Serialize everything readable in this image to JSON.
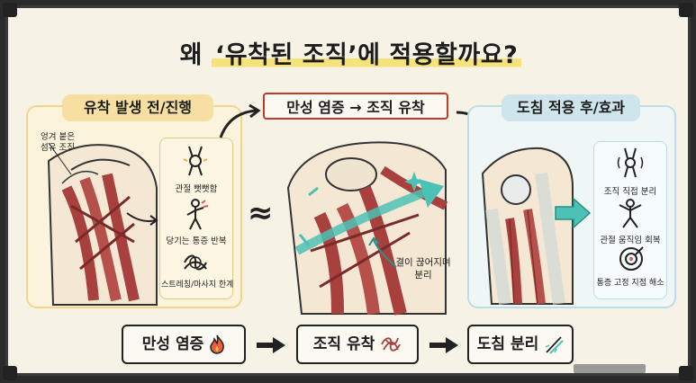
{
  "title": {
    "prefix": "왜 ",
    "highlight": "‘유착된 조직’에 적용할까요?"
  },
  "panels": {
    "left": {
      "tag": "유착 발생 전/진행",
      "callout": "엉겨 붙은\n섬유 조직",
      "symptoms": [
        "관절 뻣뻣함",
        "당기는 통증 반복",
        "스트레칭/마사지 한계"
      ]
    },
    "middle": {
      "tag": "만성 염증 → 조직 유착",
      "callout": "결이 끊어지며\n분리"
    },
    "right": {
      "tag": "도침 적용 후/효과",
      "effects": [
        "조직 직접 분리",
        "관절 움직임 회복",
        "통증 고정 지점 해소"
      ]
    },
    "approx": "≈"
  },
  "flow": [
    "만성 염증",
    "조직 유착",
    "도침 분리"
  ],
  "colors": {
    "board": "#f6f2e6",
    "left_tag": "#f6dfa0",
    "mid_tag_border": "#c0392b",
    "right_tag": "#cfe5ec",
    "teal": "#4cc1b5",
    "muscle": "#a8403d"
  },
  "icons": [
    "stiff-joint-icon",
    "pain-figure-icon",
    "knot-icon",
    "teal-arrow-icon",
    "joint-rotation-icon",
    "active-person-icon",
    "target-icon",
    "flame-icon",
    "tangle-icon",
    "needle-icon"
  ]
}
